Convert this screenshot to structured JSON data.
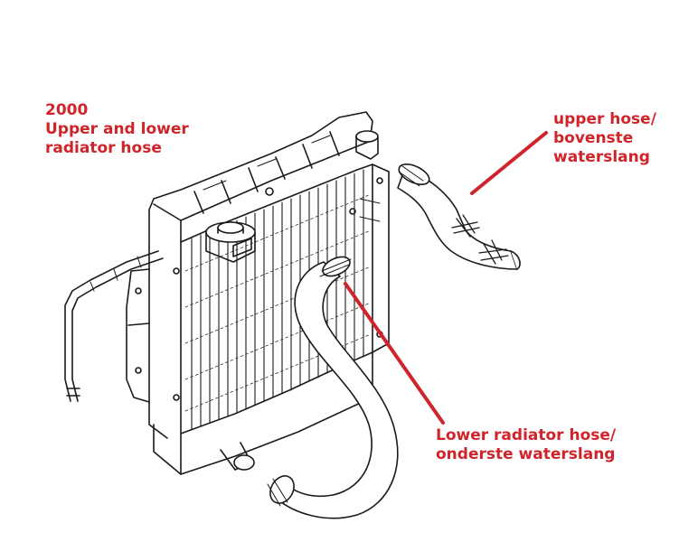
{
  "title": {
    "year": "2000",
    "line1": "Upper and lower",
    "line2": "radiator hose"
  },
  "labels": {
    "upper": [
      "upper hose/",
      "bovenste",
      "waterslang"
    ],
    "lower": [
      "Lower radiator hose/",
      "onderste waterslang"
    ]
  },
  "colors": {
    "annotation": "#d0242b",
    "linework": "#1a1a1a"
  }
}
